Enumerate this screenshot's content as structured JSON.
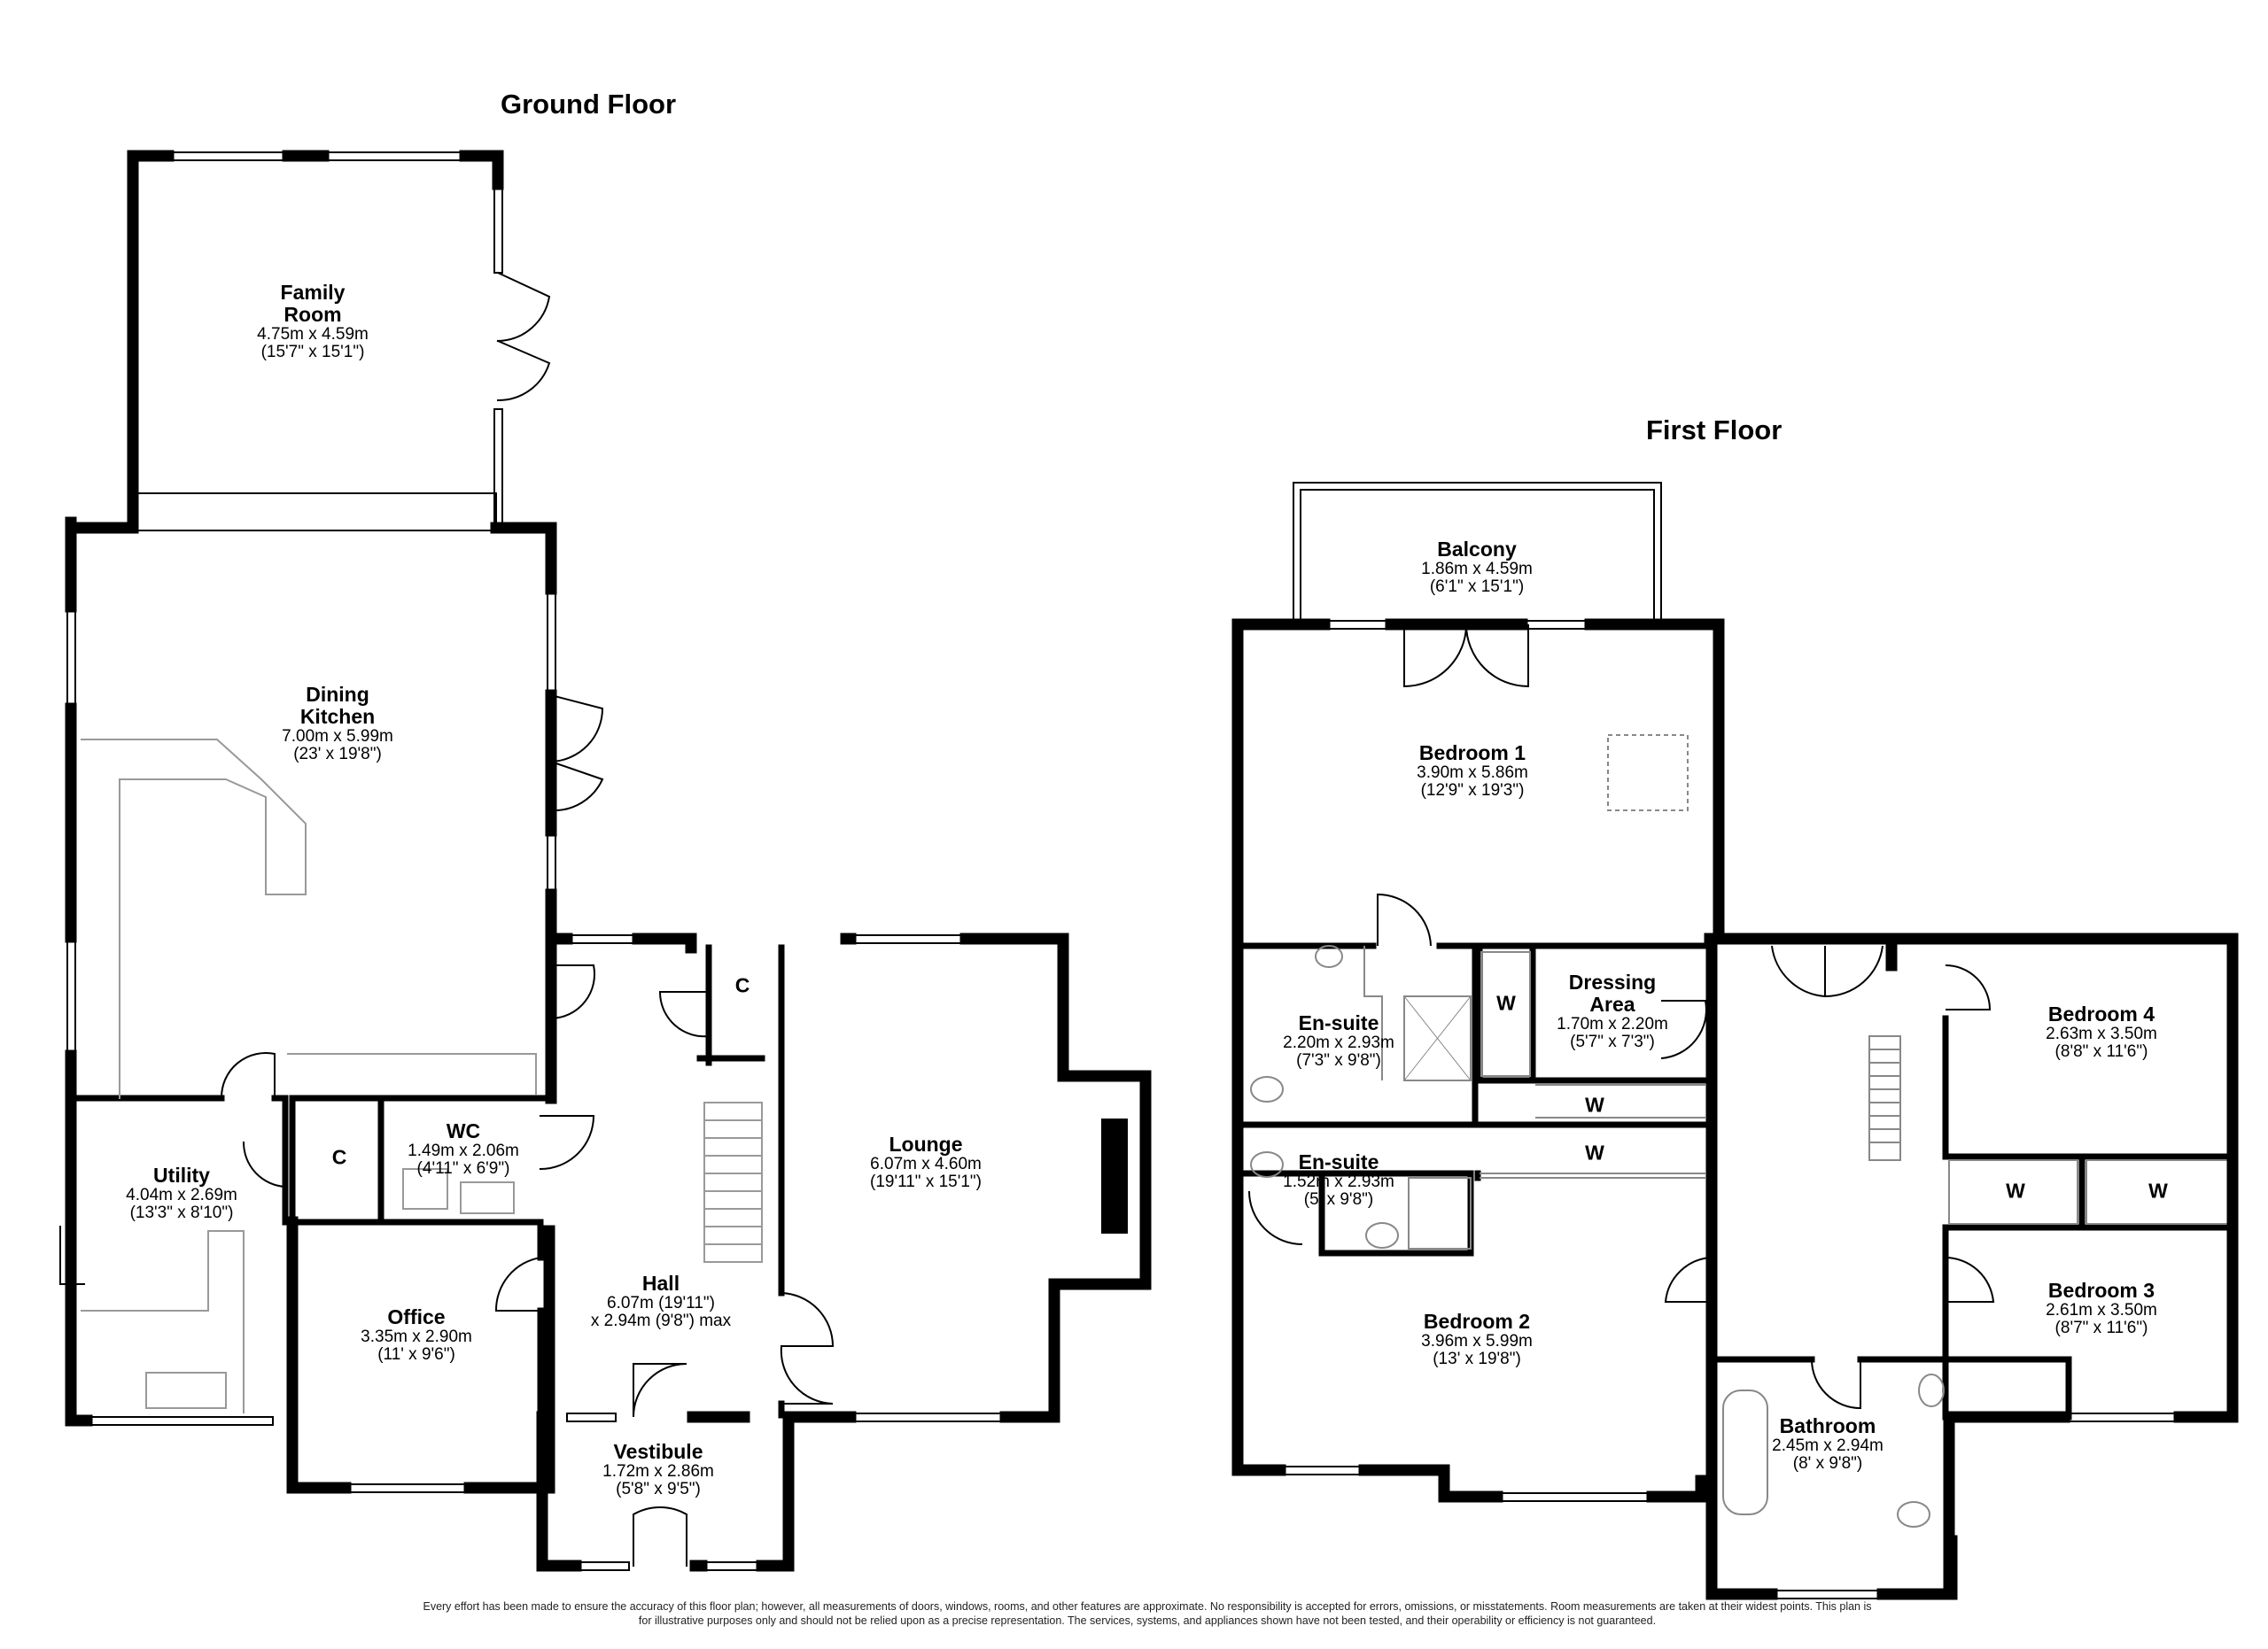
{
  "floors": {
    "ground": {
      "title": "Ground Floor"
    },
    "first": {
      "title": "First Floor"
    }
  },
  "rooms": {
    "family_room": {
      "name_line1": "Family",
      "name_line2": "Room",
      "metric": "4.75m x 4.59m",
      "imperial": "(15'7\" x 15'1\")"
    },
    "dining_kitchen": {
      "name_line1": "Dining",
      "name_line2": "Kitchen",
      "metric": "7.00m x 5.99m",
      "imperial": "(23' x 19'8\")"
    },
    "utility": {
      "name": "Utility",
      "metric": "4.04m x 2.69m",
      "imperial": "(13'3\" x 8'10\")"
    },
    "wc": {
      "name": "WC",
      "metric": "1.49m x 2.06m",
      "imperial": "(4'11\" x 6'9\")"
    },
    "office": {
      "name": "Office",
      "metric": "3.35m x 2.90m",
      "imperial": "(11' x 9'6\")"
    },
    "hall": {
      "name": "Hall",
      "metric": "6.07m (19'11\")",
      "imperial": "x 2.94m (9'8\") max"
    },
    "vestibule": {
      "name": "Vestibule",
      "metric": "1.72m x 2.86m",
      "imperial": "(5'8\" x 9'5\")"
    },
    "lounge": {
      "name": "Lounge",
      "metric": "6.07m x 4.60m",
      "imperial": "(19'11\" x 15'1\")"
    },
    "balcony": {
      "name": "Balcony",
      "metric": "1.86m x 4.59m",
      "imperial": "(6'1\" x 15'1\")"
    },
    "bedroom1": {
      "name": "Bedroom 1",
      "metric": "3.90m x 5.86m",
      "imperial": "(12'9\" x 19'3\")"
    },
    "ensuite1": {
      "name": "En-suite",
      "metric": "2.20m x 2.93m",
      "imperial": "(7'3\" x 9'8\")"
    },
    "dressing": {
      "name_line1": "Dressing",
      "name_line2": "Area",
      "metric": "1.70m x 2.20m",
      "imperial": "(5'7\" x 7'3\")"
    },
    "ensuite2": {
      "name": "En-suite",
      "metric": "1.52m x 2.93m",
      "imperial": "(5' x 9'8\")"
    },
    "bedroom2": {
      "name": "Bedroom 2",
      "metric": "3.96m x 5.99m",
      "imperial": "(13' x 19'8\")"
    },
    "bedroom4": {
      "name": "Bedroom 4",
      "metric": "2.63m x 3.50m",
      "imperial": "(8'8\" x 11'6\")"
    },
    "bedroom3": {
      "name": "Bedroom 3",
      "metric": "2.61m x 3.50m",
      "imperial": "(8'7\" x 11'6\")"
    },
    "bathroom": {
      "name": "Bathroom",
      "metric": "2.45m x 2.94m",
      "imperial": "(8' x 9'8\")"
    }
  },
  "markers": {
    "cupboard": "C",
    "wardrobe": "W"
  },
  "disclaimer": "Every effort has been made to ensure the accuracy of this floor plan; however, all measurements of doors, windows, rooms, and other features are approximate. No responsibility is accepted for errors, omissions, or misstatements. Room measurements are taken at their widest points. This plan is for illustrative purposes only and should not be relied upon as a precise representation. The services, systems, and appliances shown have not been tested, and their operability or efficiency is not guaranteed."
}
